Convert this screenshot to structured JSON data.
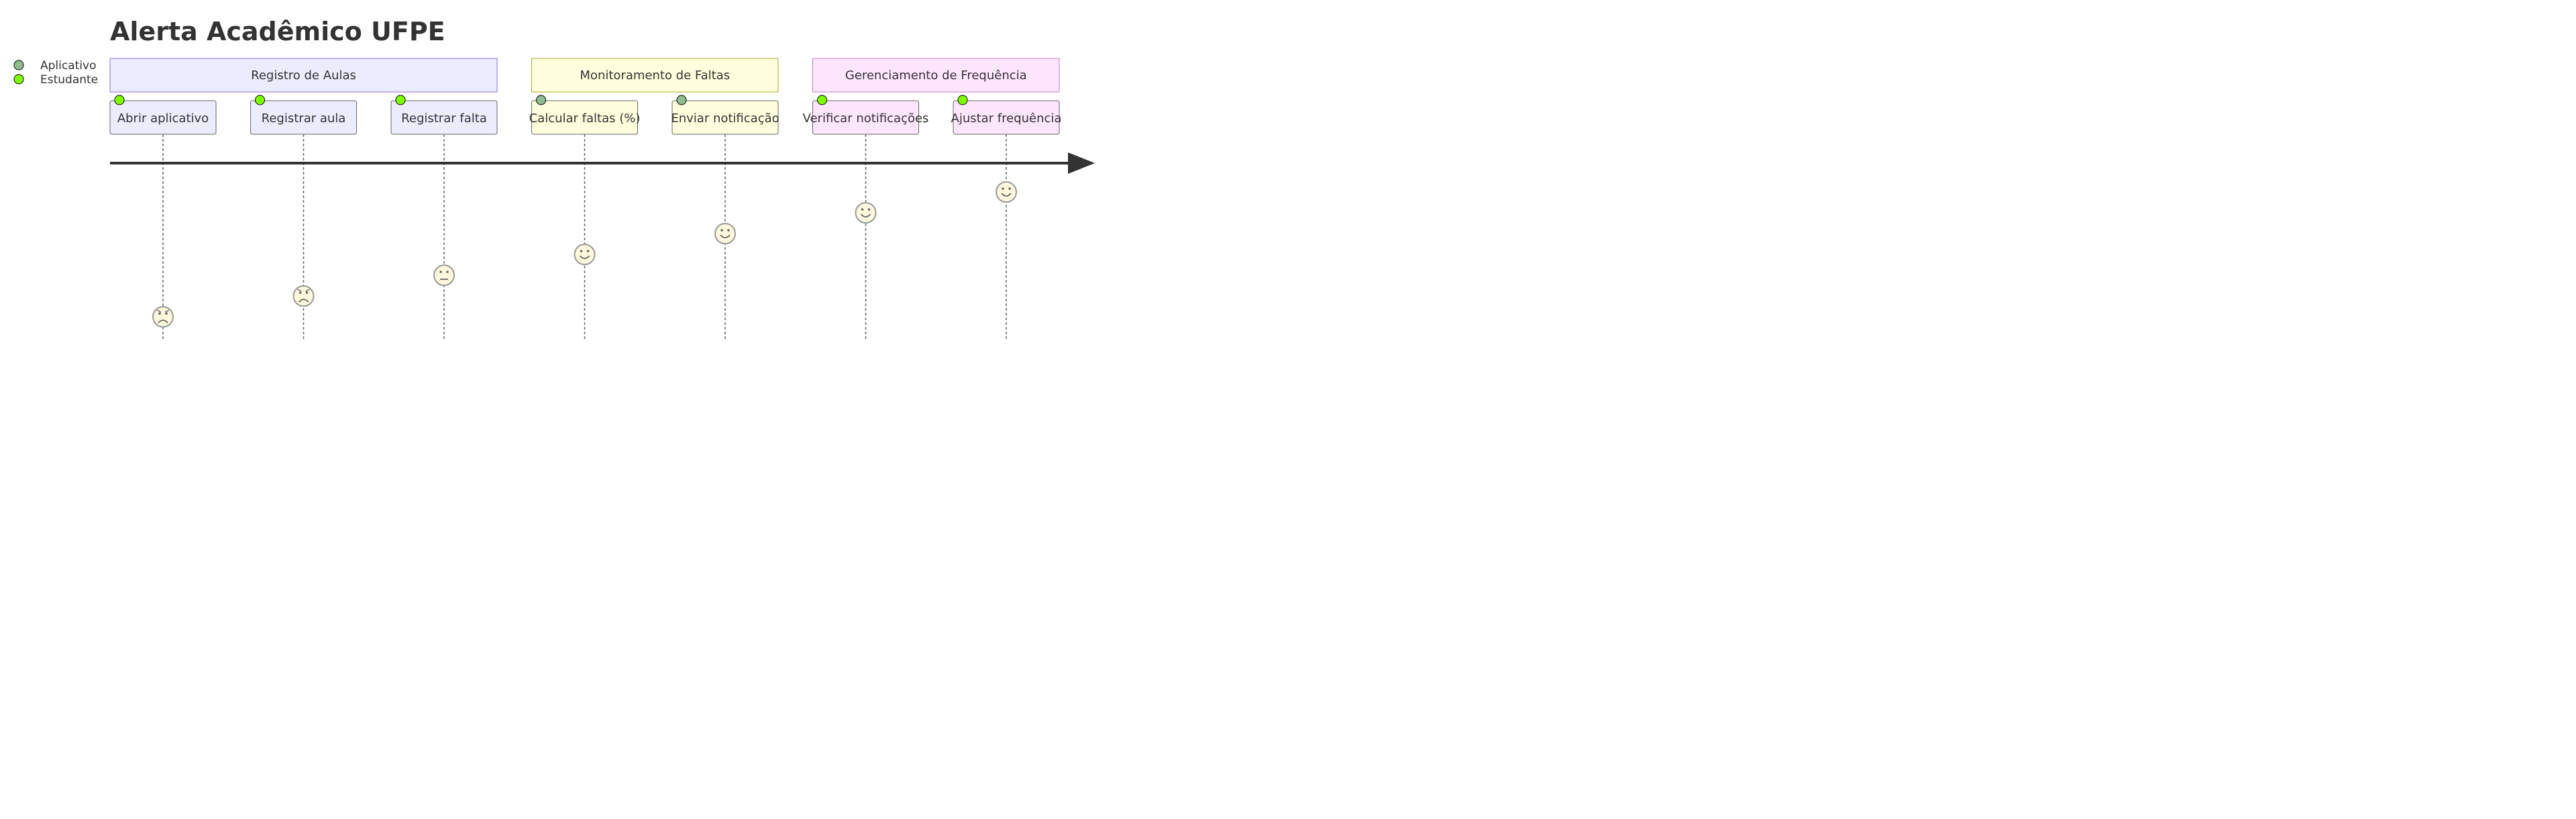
{
  "title": "Alerta Acadêmico UFPE",
  "actors": [
    {
      "name": "Aplicativo",
      "color": "#8FBC8F"
    },
    {
      "name": "Estudante",
      "color": "#7FFF00"
    }
  ],
  "sections": [
    {
      "label": "Registro de Aulas",
      "fill": "#ECECFF",
      "stroke": "#9370DB",
      "task_indices": [
        0,
        1,
        2
      ]
    },
    {
      "label": "Monitoramento de Faltas",
      "fill": "#FFFFDE",
      "stroke": "#AAAA33",
      "task_indices": [
        3,
        4
      ]
    },
    {
      "label": "Gerenciamento de Frequência",
      "fill": "#FFE6FF",
      "stroke": "#C080C0",
      "task_indices": [
        5,
        6
      ]
    }
  ],
  "tasks": [
    {
      "label": "Abrir aplicativo",
      "score": 1,
      "mood": "sad",
      "actors": [
        "Estudante"
      ]
    },
    {
      "label": "Registrar aula",
      "score": 2,
      "mood": "sad",
      "actors": [
        "Estudante"
      ]
    },
    {
      "label": "Registrar falta",
      "score": 3,
      "mood": "neutral",
      "actors": [
        "Estudante"
      ]
    },
    {
      "label": "Calcular faltas (%)",
      "score": 4,
      "mood": "happy",
      "actors": [
        "Aplicativo"
      ]
    },
    {
      "label": "Enviar notificação",
      "score": 5,
      "mood": "happy",
      "actors": [
        "Aplicativo"
      ]
    },
    {
      "label": "Verificar notificações",
      "score": 6,
      "mood": "happy",
      "actors": [
        "Estudante"
      ]
    },
    {
      "label": "Ajustar frequência",
      "score": 7,
      "mood": "happy",
      "actors": [
        "Estudante"
      ]
    }
  ]
}
